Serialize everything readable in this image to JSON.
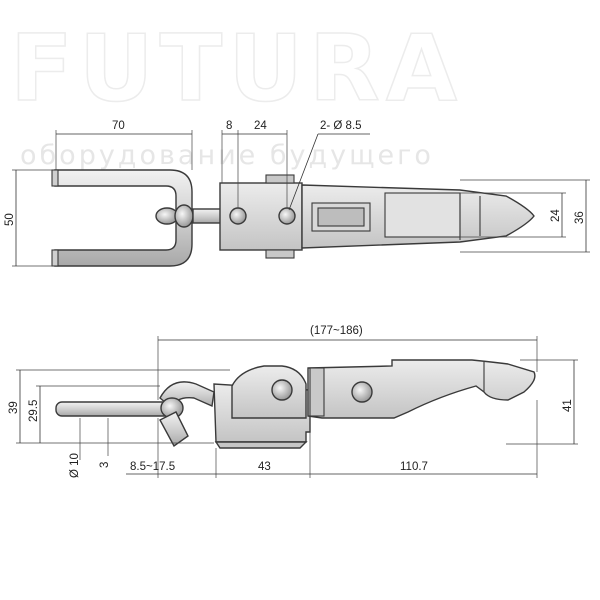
{
  "watermark": {
    "brand": "FUTURA",
    "tagline": "оборудование будущего"
  },
  "top_view": {
    "dims": {
      "width_70": "70",
      "width_8": "8",
      "width_24": "24",
      "holes": "2- Ø 8.5",
      "height_50": "50",
      "height_24": "24",
      "height_36": "36"
    }
  },
  "side_view": {
    "dims": {
      "length_range": "(177~186)",
      "height_39": "39",
      "height_29_5": "29.5",
      "height_41": "41",
      "dia_10": "Ø 10",
      "offset_3": "3",
      "adjust_range": "8.5~17.5",
      "base_43": "43",
      "lever_110_7": "110.7"
    }
  },
  "colors": {
    "part_fill": "#d9d9d9",
    "part_fill_dark": "#bdbdbd",
    "line": "#333333"
  }
}
